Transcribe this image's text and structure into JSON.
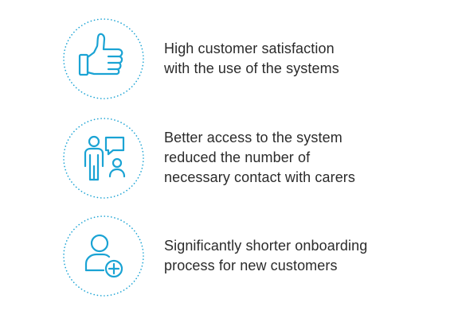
{
  "colors": {
    "accent": "#1aa3d4",
    "text": "#2b2b2b",
    "background": "#ffffff"
  },
  "features": [
    {
      "icon": "thumbs-up-icon",
      "lines": [
        "High customer satisfaction",
        "with the use of the systems"
      ]
    },
    {
      "icon": "people-chat-icon",
      "lines": [
        "Better access to the system",
        "reduced the number of",
        "necessary contact with carers"
      ]
    },
    {
      "icon": "add-user-icon",
      "lines": [
        "Significantly shorter onboarding",
        "process for new customers"
      ]
    }
  ]
}
